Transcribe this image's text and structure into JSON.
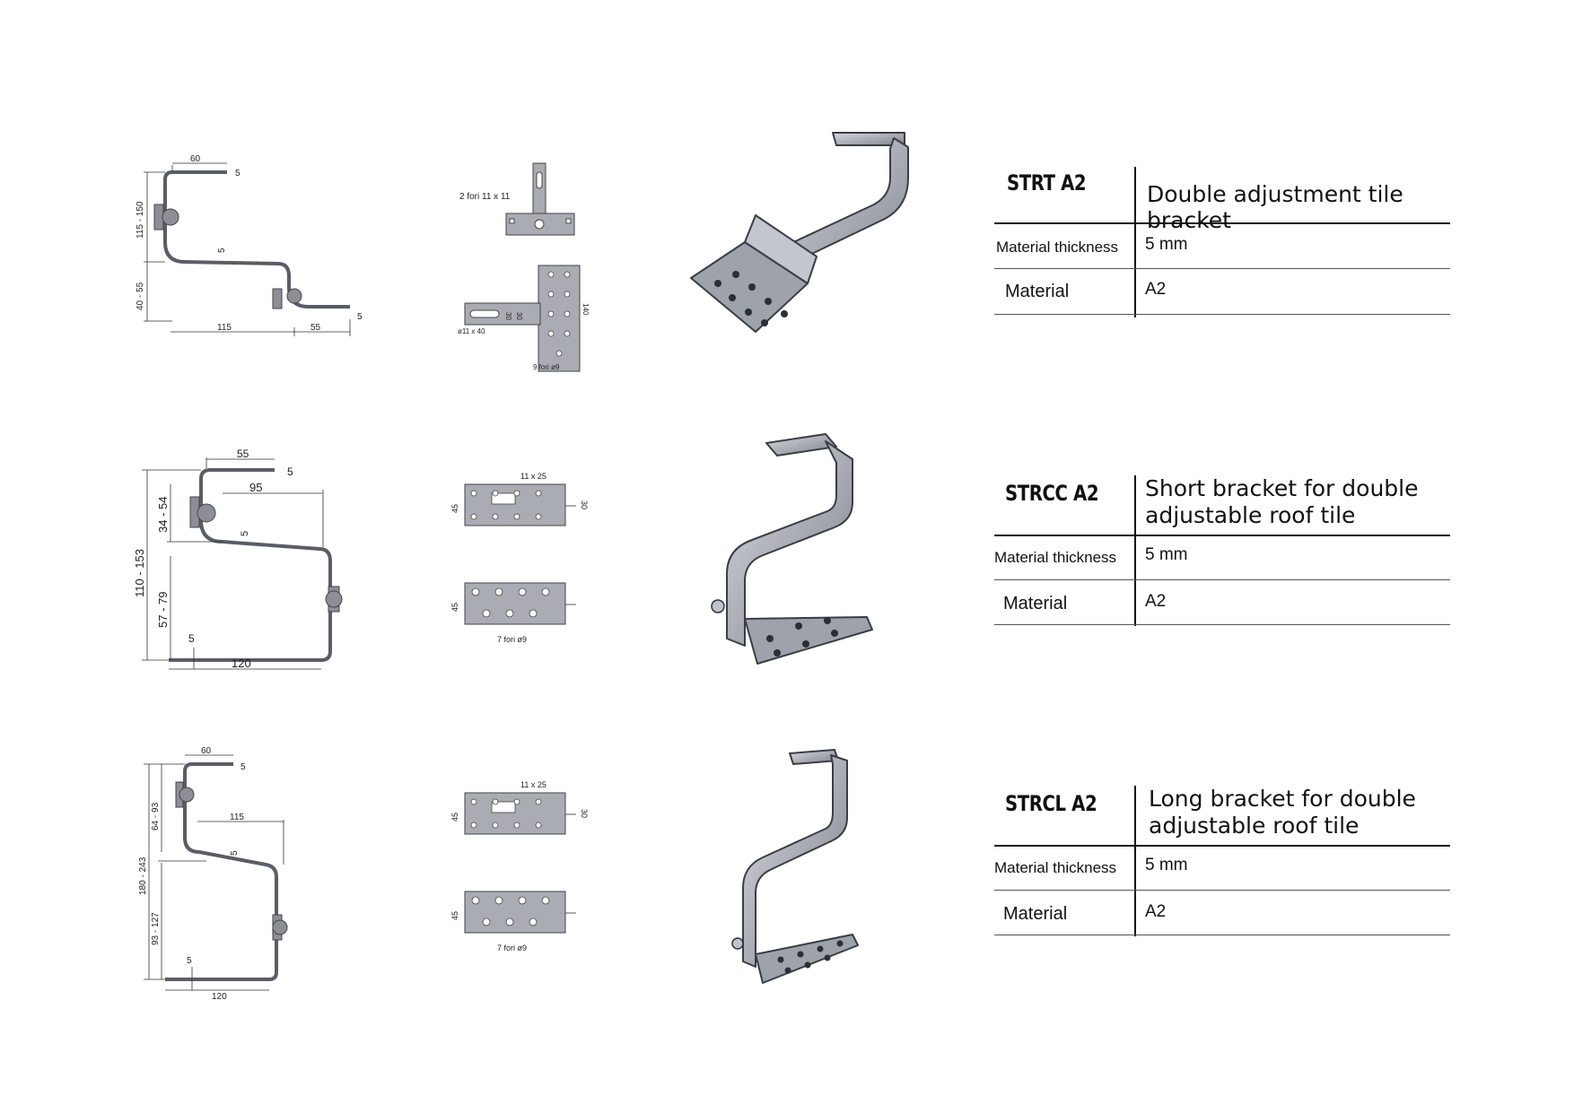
{
  "products": [
    {
      "code": "STRT A2",
      "description": "Double adjustment tile bracket",
      "thickness_label": "Material thickness",
      "thickness_value": "5 mm",
      "material_label": "Material",
      "material_value": "A2",
      "side_dims": {
        "top": "60",
        "tip": "5",
        "height": "115 - 150",
        "lower": "40 - 55",
        "mid": "5",
        "base1": "115",
        "base2": "55",
        "base_t": "5"
      },
      "view_dims": {
        "holes_top": "2 fori 11 x 11",
        "slot": "ø11 x 40",
        "w1": "30",
        "w2": "30",
        "len": "140",
        "holes_bottom": "9 fori ø9"
      }
    },
    {
      "code": "STRCC A2",
      "description_line1": "Short bracket for double",
      "description_line2": "adjustable roof tile",
      "thickness_label": "Material thickness",
      "thickness_value": "5 mm",
      "material_label": "Material",
      "material_value": "A2",
      "side_dims": {
        "top": "55",
        "tip": "5",
        "height": "110 - 153",
        "upper": "34 - 54",
        "mid_w": "95",
        "mid": "5",
        "lower": "57 - 79",
        "base_t": "5",
        "base": "120"
      },
      "view_dims": {
        "slot": "11 x 25",
        "h1": "45",
        "w1": "30",
        "h2": "45",
        "holes": "7 fori ø9"
      }
    },
    {
      "code": "STRCL A2",
      "description_line1": "Long bracket for double",
      "description_line2": "adjustable roof tile",
      "thickness_label": "Material thickness",
      "thickness_value": "5 mm",
      "material_label": "Material",
      "material_value": "A2",
      "side_dims": {
        "top": "60",
        "tip": "5",
        "height": "180 - 243",
        "upper": "64 - 93",
        "mid_w": "115",
        "mid": "5",
        "lower": "93 - 127",
        "base_t": "5",
        "base": "120"
      },
      "view_dims": {
        "slot": "11 x 25",
        "h1": "45",
        "w1": "30",
        "h2": "45",
        "holes": "7 fori ø9"
      }
    }
  ]
}
